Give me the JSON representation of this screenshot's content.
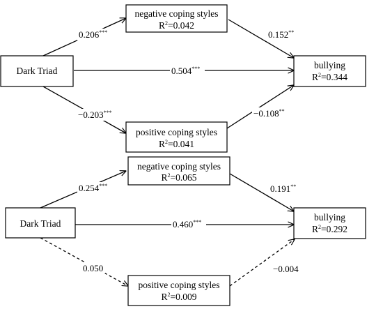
{
  "panels": [
    {
      "predictor": "Dark Triad",
      "negative": {
        "label": "negative coping styles",
        "r2_prefix": "R",
        "r2_sup": "2",
        "r2_value": "=0.042"
      },
      "positive": {
        "label": "positive coping styles",
        "r2_prefix": "R",
        "r2_sup": "2",
        "r2_value": "=0.041"
      },
      "outcome": {
        "label": "bullying",
        "r2_prefix": "R",
        "r2_sup": "2",
        "r2_value": "=0.344"
      },
      "paths": {
        "a_neg": {
          "value": "0.206",
          "sig": "***"
        },
        "b_neg": {
          "value": "0.152",
          "sig": "**"
        },
        "direct": {
          "value": "0.504",
          "sig": "***"
        },
        "a_pos": {
          "value": "−0.203",
          "sig": "***"
        },
        "b_pos": {
          "value": "−0.108",
          "sig": "**"
        }
      }
    },
    {
      "predictor": "Dark Triad",
      "negative": {
        "label": "negative coping styles",
        "r2_prefix": "R",
        "r2_sup": "2",
        "r2_value": "=0.065"
      },
      "positive": {
        "label": "positive coping styles",
        "r2_prefix": "R",
        "r2_sup": "2",
        "r2_value": "=0.009"
      },
      "outcome": {
        "label": "bullying",
        "r2_prefix": "R",
        "r2_sup": "2",
        "r2_value": "=0.292"
      },
      "paths": {
        "a_neg": {
          "value": "0.254",
          "sig": "***"
        },
        "b_neg": {
          "value": "0.191",
          "sig": "**"
        },
        "direct": {
          "value": "0.460",
          "sig": "***"
        },
        "a_pos": {
          "value": "0.050",
          "sig": ""
        },
        "b_pos": {
          "value": "−0.004",
          "sig": ""
        }
      }
    }
  ]
}
